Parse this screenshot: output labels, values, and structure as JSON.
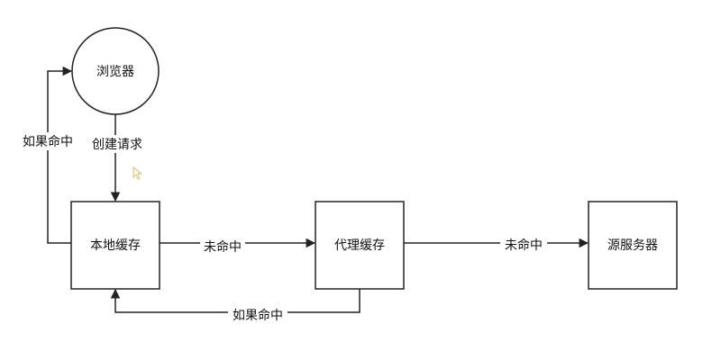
{
  "diagram": {
    "nodes": {
      "browser": {
        "label": "浏览器",
        "shape": "circle"
      },
      "local_cache": {
        "label": "本地缓存",
        "shape": "rect"
      },
      "proxy_cache": {
        "label": "代理缓存",
        "shape": "rect"
      },
      "origin_server": {
        "label": "源服务器",
        "shape": "rect"
      }
    },
    "edges": {
      "create_request": {
        "from": "browser",
        "to": "local_cache",
        "label": "创建请求"
      },
      "local_hit": {
        "from": "local_cache",
        "to": "browser",
        "label": "如果命中"
      },
      "local_miss": {
        "from": "local_cache",
        "to": "proxy_cache",
        "label": "未命中"
      },
      "proxy_miss": {
        "from": "proxy_cache",
        "to": "origin_server",
        "label": "未命中"
      },
      "proxy_hit": {
        "from": "proxy_cache",
        "to": "local_cache",
        "label": "如果命中"
      }
    },
    "colors": {
      "stroke": "#222222",
      "background": "#ffffff"
    }
  }
}
